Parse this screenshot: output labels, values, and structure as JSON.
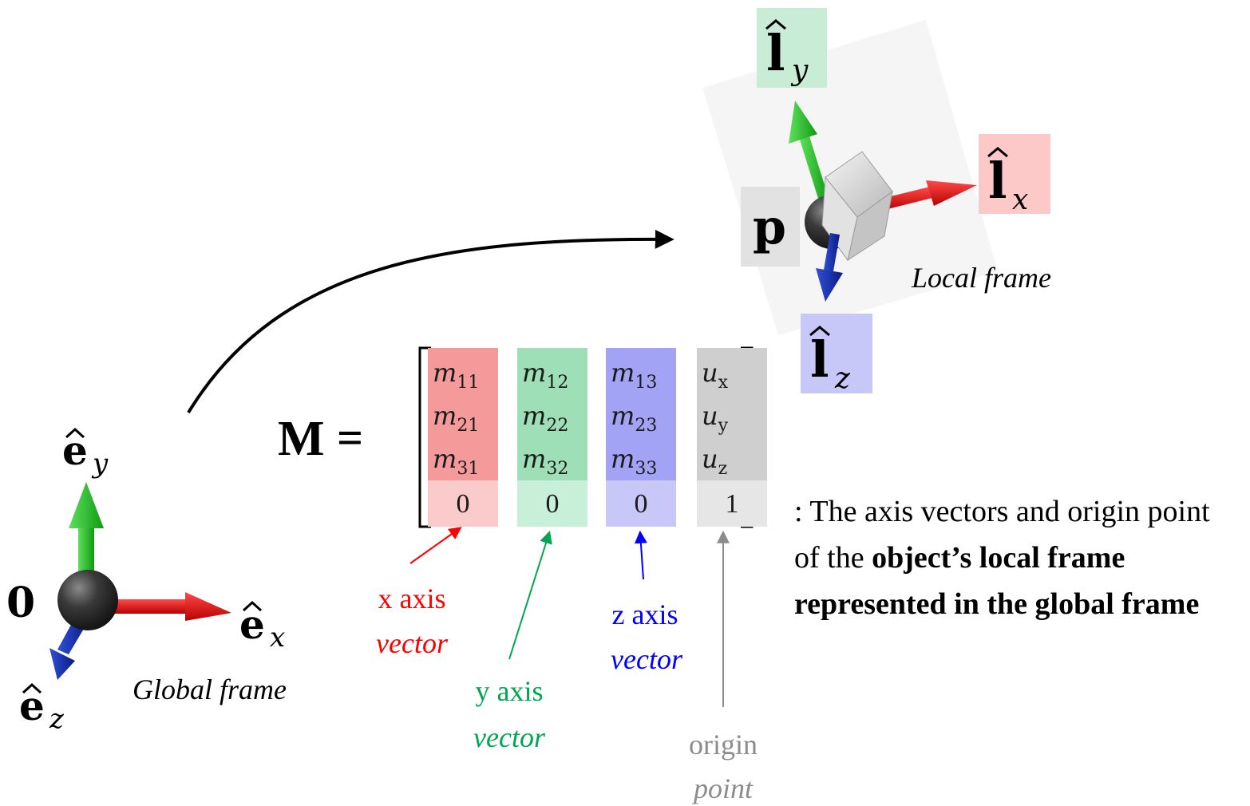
{
  "global_frame": {
    "origin_label": "0",
    "axis_x": {
      "base": "e",
      "sub": "x",
      "color": "#e02020"
    },
    "axis_y": {
      "base": "e",
      "sub": "y",
      "color": "#22bb22"
    },
    "axis_z": {
      "base": "e",
      "sub": "z",
      "color": "#1a33aa"
    },
    "caption": "Global frame"
  },
  "local_frame": {
    "origin_label": "p",
    "axis_x": {
      "base": "l",
      "sub": "x",
      "bg": "#fcc8c8"
    },
    "axis_y": {
      "base": "l",
      "sub": "y",
      "bg": "#c8ecd6"
    },
    "axis_z": {
      "base": "l",
      "sub": "z",
      "bg": "#c8c8f8"
    },
    "caption": "Local frame"
  },
  "matrix": {
    "name": "M",
    "equals": "=",
    "columns": [
      {
        "cells": [
          {
            "b": "m",
            "s": "11"
          },
          {
            "b": "m",
            "s": "21"
          },
          {
            "b": "m",
            "s": "31"
          }
        ],
        "last": "0",
        "top_color": "#f49a9a",
        "bottom_color": "#fbcaca"
      },
      {
        "cells": [
          {
            "b": "m",
            "s": "12"
          },
          {
            "b": "m",
            "s": "22"
          },
          {
            "b": "m",
            "s": "32"
          }
        ],
        "last": "0",
        "top_color": "#9edfb8",
        "bottom_color": "#c8efd8"
      },
      {
        "cells": [
          {
            "b": "m",
            "s": "13"
          },
          {
            "b": "m",
            "s": "23"
          },
          {
            "b": "m",
            "s": "33"
          }
        ],
        "last": "0",
        "top_color": "#a3a3f6",
        "bottom_color": "#c8c8f8"
      },
      {
        "cells": [
          {
            "b": "u",
            "s": "x"
          },
          {
            "b": "u",
            "s": "y"
          },
          {
            "b": "u",
            "s": "z"
          }
        ],
        "last": "1",
        "top_color": "#cfcfcf",
        "bottom_color": "#e6e6e6"
      }
    ]
  },
  "labels": {
    "x_axis": {
      "line1": "x axis",
      "line2": "vector",
      "color": "#ff0000"
    },
    "y_axis": {
      "line1": "y axis",
      "line2": "vector",
      "color": "#00a651"
    },
    "z_axis": {
      "line1": "z axis",
      "line2": "vector",
      "color": "#0000ff"
    },
    "origin": {
      "line1": "origin",
      "line2": "point",
      "color": "#8c8c8c"
    }
  },
  "description": {
    "prefix": ": The axis vectors and origin point of the ",
    "bold": "object’s local frame represented in the global frame"
  }
}
